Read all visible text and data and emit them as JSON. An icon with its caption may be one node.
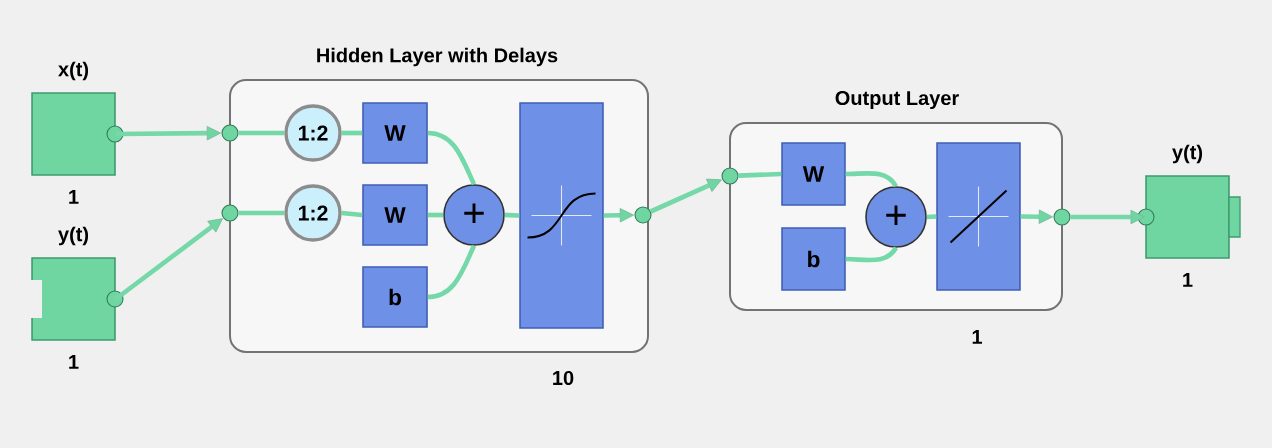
{
  "diagram": {
    "nodes": [
      {
        "text": [
          "x(t)"
        ],
        "beside": [
          "1"
        ]
      },
      {
        "text": [
          "y(t)"
        ],
        "beside": [
          "1"
        ]
      },
      {
        "text": [
          "Hidden Layer with Delays"
        ],
        "beside": [
          "10"
        ]
      },
      {
        "text": [
          "1:2"
        ],
        "in": 2
      },
      {
        "text": [
          "W"
        ],
        "in": 2
      },
      {
        "text": [
          "1:2"
        ],
        "in": 2
      },
      {
        "text": [
          "W"
        ],
        "in": 2
      },
      {
        "text": [
          "b"
        ],
        "in": 2
      },
      {
        "text": [
          "+"
        ],
        "in": 2
      },
      {
        "text": [],
        "shape": "box",
        "in": 2
      },
      {
        "text": [
          "Output Layer"
        ],
        "beside": [
          "1"
        ]
      },
      {
        "text": [
          "W"
        ],
        "in": 10
      },
      {
        "text": [
          "b"
        ],
        "in": 10
      },
      {
        "text": [
          "+"
        ],
        "in": 10
      },
      {
        "text": [],
        "shape": "box",
        "in": 10
      },
      {
        "text": [
          "y(t)"
        ],
        "beside": [
          "1"
        ]
      },
      {
        "text": [],
        "shape": "circle"
      },
      {
        "text": [],
        "shape": "circle"
      },
      {
        "text": [],
        "shape": "circle"
      },
      {
        "text": [],
        "shape": "circle"
      },
      {
        "text": [],
        "shape": "circle"
      }
    ],
    "edges": [
      {
        "from": 0,
        "to": 16,
        "arrow": "to"
      },
      {
        "from": 16,
        "to": 3,
        "arrow": "none"
      },
      {
        "from": 1,
        "to": 17,
        "arrow": "to"
      },
      {
        "from": 17,
        "to": 5,
        "arrow": "none"
      },
      {
        "from": 3,
        "to": 4,
        "arrow": "none"
      },
      {
        "from": 5,
        "to": 6,
        "arrow": "none"
      },
      {
        "from": 4,
        "to": 8,
        "arrow": "none"
      },
      {
        "from": 6,
        "to": 8,
        "arrow": "none"
      },
      {
        "from": 7,
        "to": 8,
        "arrow": "none"
      },
      {
        "from": 8,
        "to": 9,
        "arrow": "none"
      },
      {
        "from": 9,
        "to": 18,
        "arrow": "to"
      },
      {
        "from": 18,
        "to": 19,
        "arrow": "to"
      },
      {
        "from": 19,
        "to": 11,
        "arrow": "none"
      },
      {
        "from": 11,
        "to": 13,
        "arrow": "none"
      },
      {
        "from": 12,
        "to": 13,
        "arrow": "none"
      },
      {
        "from": 13,
        "to": 14,
        "arrow": "none"
      },
      {
        "from": 14,
        "to": 20,
        "arrow": "to"
      },
      {
        "from": 20,
        "to": 15,
        "arrow": "to"
      }
    ]
  }
}
